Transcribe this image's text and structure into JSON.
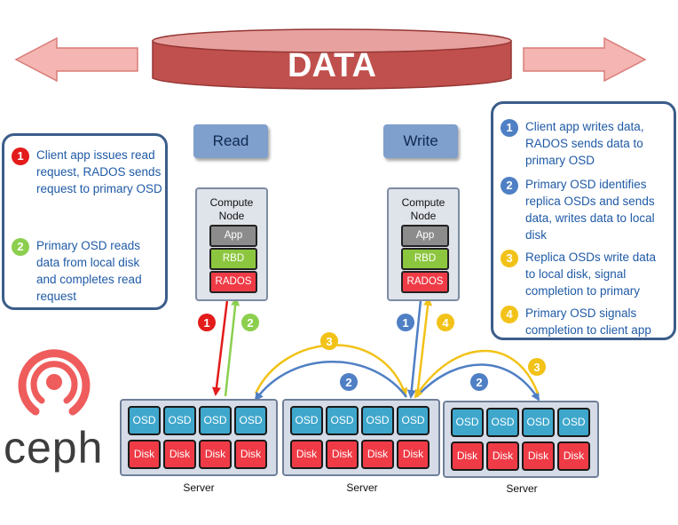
{
  "banner": {
    "text": "DATA"
  },
  "modes": {
    "read": "Read",
    "write": "Write"
  },
  "compute_node": {
    "title_line1": "Compute",
    "title_line2": "Node",
    "layers": [
      "App",
      "RBD",
      "RADOS"
    ]
  },
  "server": {
    "label": "Server",
    "osd_label": "OSD",
    "disk_label": "Disk"
  },
  "read_steps": [
    {
      "num": "1",
      "text": "Client app issues read request, RADOS sends request to primary OSD"
    },
    {
      "num": "2",
      "text": "Primary OSD reads data from local disk and completes read request"
    }
  ],
  "write_steps": [
    {
      "num": "1",
      "text": "Client app writes data, RADOS sends data to primary OSD"
    },
    {
      "num": "2",
      "text": "Primary OSD identifies replica OSDs and sends data, writes data to local disk"
    },
    {
      "num": "3",
      "text": "Replica OSDs write data to local disk, signal completion to primary"
    },
    {
      "num": "4",
      "text": "Primary OSD signals completion to client app"
    }
  ],
  "arrow_badges": {
    "read1": "1",
    "read2": "2",
    "write1": "1",
    "write4": "4",
    "replica3a": "3",
    "replica3b": "3",
    "send2a": "2",
    "send2b": "2"
  },
  "logo": {
    "text": "ceph"
  },
  "colors": {
    "banner": "#c0504d",
    "banner_top": "#e7a19e",
    "side_arrow": "#f5b5b2",
    "panel_border": "#3b5d8a",
    "step_text": "#1f5aa6",
    "read1": "#e31b1b",
    "read2": "#8ccf4f",
    "write1": "#4f7fc4",
    "write2": "#4f7fc4",
    "write3": "#f2c218",
    "write4": "#f2c218",
    "osd": "#3fa7cc",
    "disk": "#ef3b46",
    "app": "#8c8c8c",
    "rbd": "#8cc63f",
    "rados": "#ef3b46",
    "logo": "#ef5c5c"
  }
}
